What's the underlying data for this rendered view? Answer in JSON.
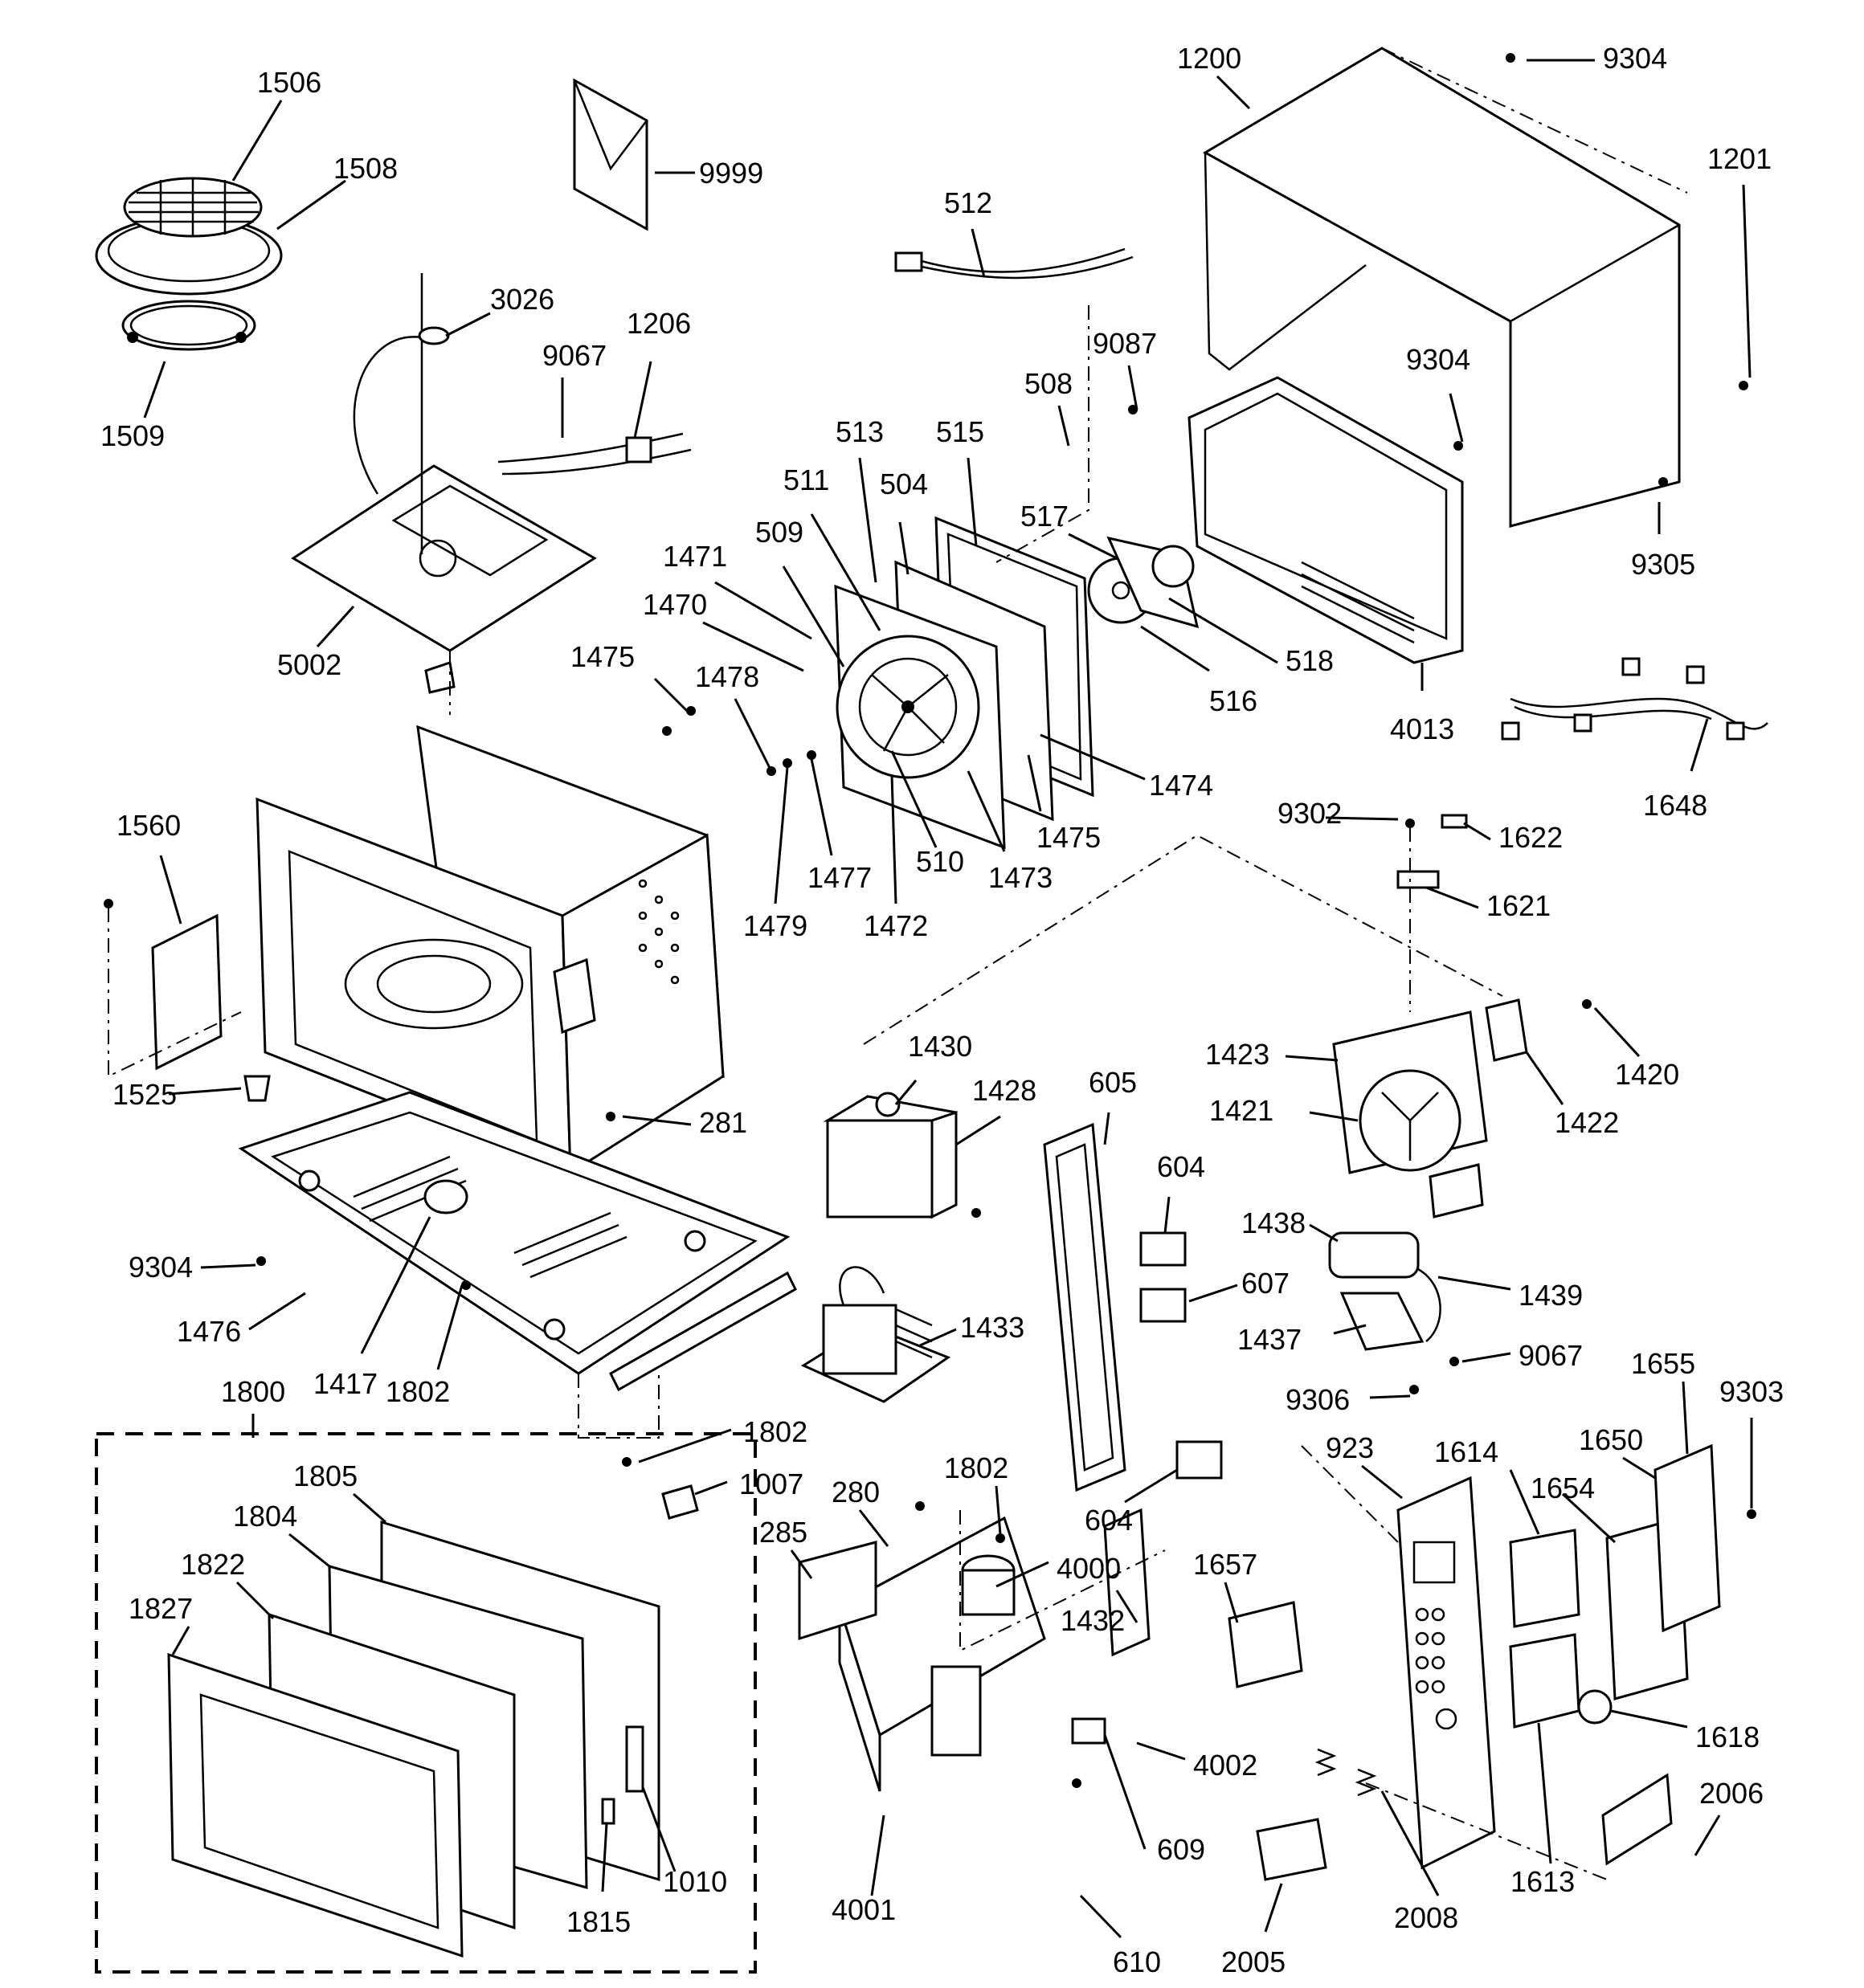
{
  "labels": [
    {
      "id": "1506",
      "text": "1506"
    },
    {
      "id": "1508",
      "text": "1508"
    },
    {
      "id": "1509",
      "text": "1509"
    },
    {
      "id": "9999",
      "text": "9999"
    },
    {
      "id": "3026",
      "text": "3026"
    },
    {
      "id": "9067a",
      "text": "9067"
    },
    {
      "id": "1206",
      "text": "1206"
    },
    {
      "id": "5002",
      "text": "5002"
    },
    {
      "id": "512",
      "text": "512"
    },
    {
      "id": "508",
      "text": "508"
    },
    {
      "id": "9087",
      "text": "9087"
    },
    {
      "id": "1200",
      "text": "1200"
    },
    {
      "id": "9304a",
      "text": "9304"
    },
    {
      "id": "1201",
      "text": "1201"
    },
    {
      "id": "9304b",
      "text": "9304"
    },
    {
      "id": "9305",
      "text": "9305"
    },
    {
      "id": "513",
      "text": "513"
    },
    {
      "id": "515",
      "text": "515"
    },
    {
      "id": "511",
      "text": "511"
    },
    {
      "id": "504",
      "text": "504"
    },
    {
      "id": "517",
      "text": "517"
    },
    {
      "id": "509",
      "text": "509"
    },
    {
      "id": "1471",
      "text": "1471"
    },
    {
      "id": "1470",
      "text": "1470"
    },
    {
      "id": "1475a",
      "text": "1475"
    },
    {
      "id": "1478",
      "text": "1478"
    },
    {
      "id": "518",
      "text": "518"
    },
    {
      "id": "516",
      "text": "516"
    },
    {
      "id": "4013",
      "text": "4013"
    },
    {
      "id": "1648",
      "text": "1648"
    },
    {
      "id": "1474",
      "text": "1474"
    },
    {
      "id": "1475b",
      "text": "1475"
    },
    {
      "id": "1477",
      "text": "1477"
    },
    {
      "id": "510",
      "text": "510"
    },
    {
      "id": "1473",
      "text": "1473"
    },
    {
      "id": "1479",
      "text": "1479"
    },
    {
      "id": "1472",
      "text": "1472"
    },
    {
      "id": "9302",
      "text": "9302"
    },
    {
      "id": "1622",
      "text": "1622"
    },
    {
      "id": "1621",
      "text": "1621"
    },
    {
      "id": "1560",
      "text": "1560"
    },
    {
      "id": "1430",
      "text": "1430"
    },
    {
      "id": "1428",
      "text": "1428"
    },
    {
      "id": "605",
      "text": "605"
    },
    {
      "id": "1423",
      "text": "1423"
    },
    {
      "id": "1420",
      "text": "1420"
    },
    {
      "id": "1421",
      "text": "1421"
    },
    {
      "id": "1422",
      "text": "1422"
    },
    {
      "id": "1525",
      "text": "1525"
    },
    {
      "id": "281",
      "text": "281"
    },
    {
      "id": "604a",
      "text": "604"
    },
    {
      "id": "1438",
      "text": "1438"
    },
    {
      "id": "9304c",
      "text": "9304"
    },
    {
      "id": "607",
      "text": "607"
    },
    {
      "id": "1439",
      "text": "1439"
    },
    {
      "id": "1476",
      "text": "1476"
    },
    {
      "id": "1417",
      "text": "1417"
    },
    {
      "id": "1802a",
      "text": "1802"
    },
    {
      "id": "1433",
      "text": "1433"
    },
    {
      "id": "1437",
      "text": "1437"
    },
    {
      "id": "9067b",
      "text": "9067"
    },
    {
      "id": "1655",
      "text": "1655"
    },
    {
      "id": "9303",
      "text": "9303"
    },
    {
      "id": "1800",
      "text": "1800"
    },
    {
      "id": "9306",
      "text": "9306"
    },
    {
      "id": "1802b",
      "text": "1802"
    },
    {
      "id": "923",
      "text": "923"
    },
    {
      "id": "1614",
      "text": "1614"
    },
    {
      "id": "1650",
      "text": "1650"
    },
    {
      "id": "1007",
      "text": "1007"
    },
    {
      "id": "604b",
      "text": "604"
    },
    {
      "id": "1654",
      "text": "1654"
    },
    {
      "id": "1805",
      "text": "1805"
    },
    {
      "id": "280",
      "text": "280"
    },
    {
      "id": "1802c",
      "text": "1802"
    },
    {
      "id": "1804",
      "text": "1804"
    },
    {
      "id": "285",
      "text": "285"
    },
    {
      "id": "4000",
      "text": "4000"
    },
    {
      "id": "1657",
      "text": "1657"
    },
    {
      "id": "1822",
      "text": "1822"
    },
    {
      "id": "1432",
      "text": "1432"
    },
    {
      "id": "1827",
      "text": "1827"
    },
    {
      "id": "1618",
      "text": "1618"
    },
    {
      "id": "4002",
      "text": "4002"
    },
    {
      "id": "2006",
      "text": "2006"
    },
    {
      "id": "609",
      "text": "609"
    },
    {
      "id": "1010",
      "text": "1010"
    },
    {
      "id": "1613",
      "text": "1613"
    },
    {
      "id": "1815",
      "text": "1815"
    },
    {
      "id": "4001",
      "text": "4001"
    },
    {
      "id": "2008",
      "text": "2008"
    },
    {
      "id": "610",
      "text": "610"
    },
    {
      "id": "2005",
      "text": "2005"
    }
  ]
}
